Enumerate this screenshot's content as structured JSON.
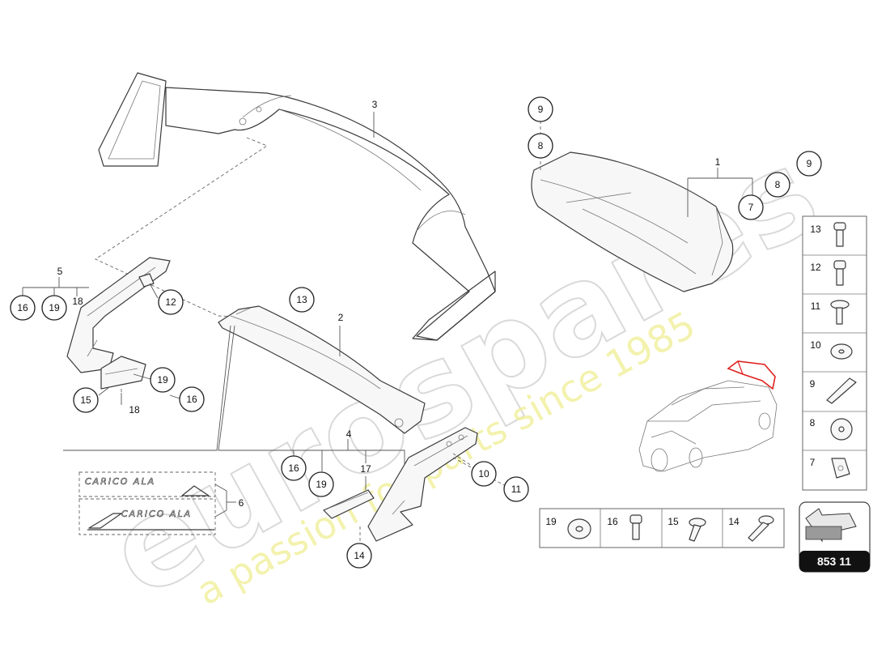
{
  "watermark": {
    "brand": "eurospares",
    "tagline": "a passion for parts since 1985"
  },
  "callouts": {
    "c1": "1",
    "c2": "2",
    "c3": "3",
    "c4": "4",
    "c5": "5",
    "c6": "6",
    "c7": "7",
    "c8a": "8",
    "c8b": "8",
    "c9a": "9",
    "c9b": "9",
    "c10": "10",
    "c11": "11",
    "c12": "12",
    "c13": "13",
    "c14": "14",
    "c15": "15",
    "c16a": "16",
    "c16b": "16",
    "c16c": "16",
    "c17": "17",
    "c18a": "18",
    "c18b": "18",
    "c19a": "19",
    "c19b": "19",
    "c19c": "19"
  },
  "decal": {
    "top": "CARICO ALA",
    "bottom": "CARICO ALA"
  },
  "fastener_column": [
    "13",
    "12",
    "11",
    "10",
    "9",
    "8",
    "7"
  ],
  "fastener_row": [
    "19",
    "16",
    "15",
    "14"
  ],
  "ref_box": {
    "code": "853 11"
  }
}
